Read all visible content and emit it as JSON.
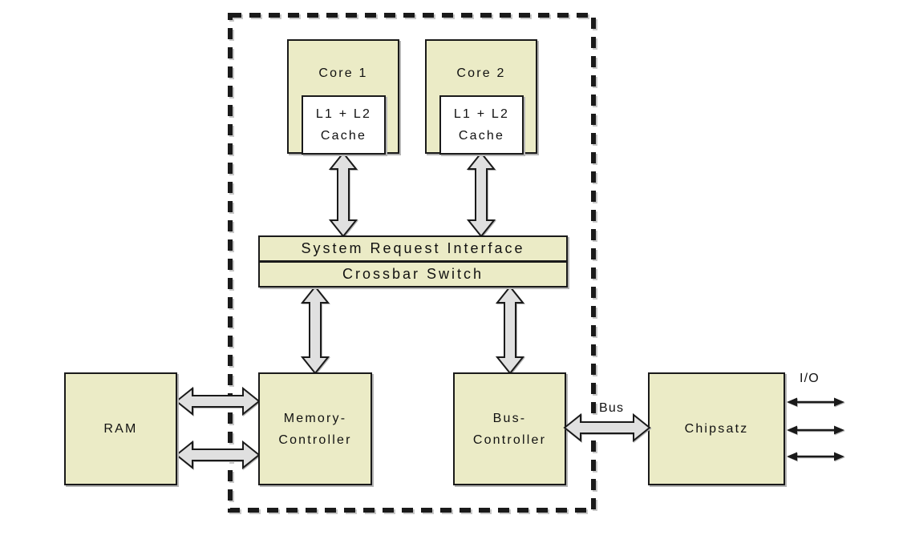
{
  "diagram": {
    "type": "cpu-architecture-block-diagram",
    "nodes": {
      "core1": {
        "label": "Core 1"
      },
      "core2": {
        "label": "Core 2"
      },
      "cache1": {
        "line1": "L1 + L2",
        "line2": "Cache"
      },
      "cache2": {
        "line1": "L1 + L2",
        "line2": "Cache"
      },
      "system_request_interface": {
        "label": "System Request Interface"
      },
      "crossbar_switch": {
        "label": "Crossbar Switch"
      },
      "ram": {
        "label": "RAM"
      },
      "memory_controller": {
        "line1": "Memory-",
        "line2": "Controller"
      },
      "bus_controller": {
        "line1": "Bus-",
        "line2": "Controller"
      },
      "chipset": {
        "label": "Chipsatz"
      }
    },
    "labels": {
      "bus": "Bus",
      "io": "I/O"
    },
    "edges": [
      {
        "from": "cache1",
        "to": "system_request_interface",
        "style": "block-double-arrow",
        "direction": "bidirectional"
      },
      {
        "from": "cache2",
        "to": "system_request_interface",
        "style": "block-double-arrow",
        "direction": "bidirectional"
      },
      {
        "from": "crossbar_switch",
        "to": "memory_controller",
        "style": "block-double-arrow",
        "direction": "bidirectional"
      },
      {
        "from": "crossbar_switch",
        "to": "bus_controller",
        "style": "block-double-arrow",
        "direction": "bidirectional"
      },
      {
        "from": "ram",
        "to": "memory_controller",
        "style": "block-double-arrow",
        "direction": "bidirectional",
        "count": 2
      },
      {
        "from": "bus_controller",
        "to": "chipset",
        "style": "block-double-arrow",
        "direction": "bidirectional",
        "label": "Bus"
      },
      {
        "from": "chipset",
        "to": "external-io",
        "style": "thin-double-arrow",
        "direction": "bidirectional",
        "count": 3,
        "label": "I/O"
      }
    ],
    "boundary": {
      "style": "dashed",
      "encloses": [
        "core1",
        "core2",
        "cache1",
        "cache2",
        "system_request_interface",
        "crossbar_switch",
        "memory_controller",
        "bus_controller"
      ]
    },
    "colors": {
      "background": "#ffffff",
      "node_fill": "#ebebc6",
      "node_border": "#1a1a1a",
      "cache_fill": "#ffffff",
      "arrow_fill": "#e0e0e0",
      "arrow_border": "#1a1a1a",
      "shadow": "#b4b4b4",
      "shadow_light": "#c8c8c8",
      "text": "#111111"
    }
  }
}
